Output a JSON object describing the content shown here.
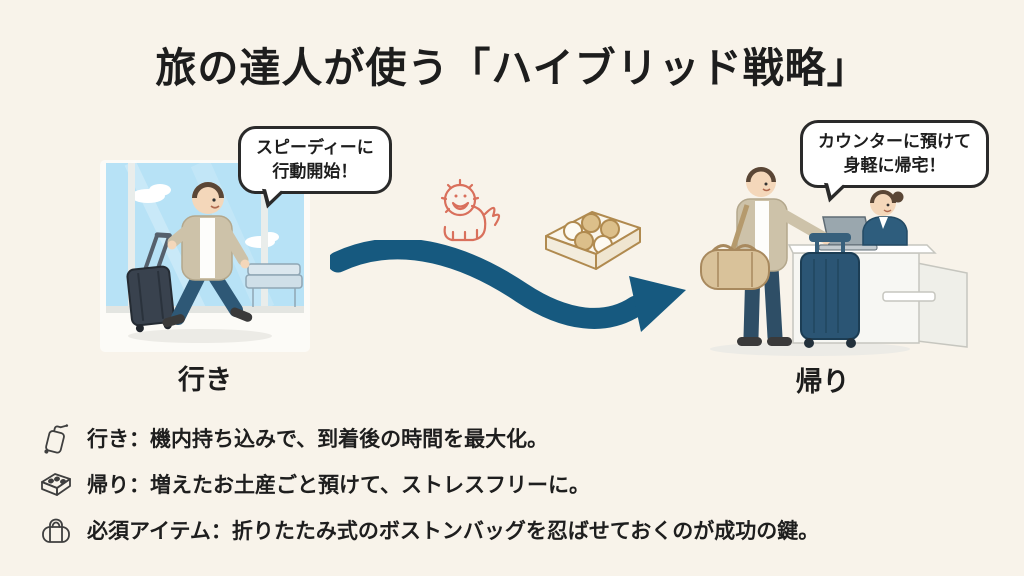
{
  "slide": {
    "title": "旅の達人が使う「ハイブリッド戦略」",
    "outbound": {
      "bubble_line1": "スピーディーに",
      "bubble_line2": "行動開始！",
      "label": "行き",
      "scene": "man-walking-with-carry-on-at-airport"
    },
    "return": {
      "bubble_line1": "カウンターに預けて",
      "bubble_line2": "身軽に帰宅！",
      "label": "帰り",
      "scene": "man-checking-suitcase-at-counter-with-staff"
    },
    "center_icons": [
      "shisa-lion-illustration",
      "souvenir-sweets-box-illustration",
      "flow-arrow"
    ],
    "bullets": [
      {
        "icon": "carry-on-suitcase-icon",
        "text": "行き：機内持ち込みで、到着後の時間を最大化。"
      },
      {
        "icon": "souvenir-box-icon",
        "text": "帰り：増えたお土産ごと預けて、ストレスフリーに。"
      },
      {
        "icon": "boston-bag-icon",
        "text": "必須アイテム：折りたたみ式のボストンバッグを忍ばせておくのが成功の鍵。"
      }
    ],
    "colors": {
      "background": "#f8f3ea",
      "text": "#1e1e1e",
      "arrow": "#16597f",
      "shisa_outline": "#d9705c",
      "sweets_outline": "#b08a4f",
      "bubble_border": "#2a2a2a",
      "sky": "#b7e2f6"
    }
  }
}
